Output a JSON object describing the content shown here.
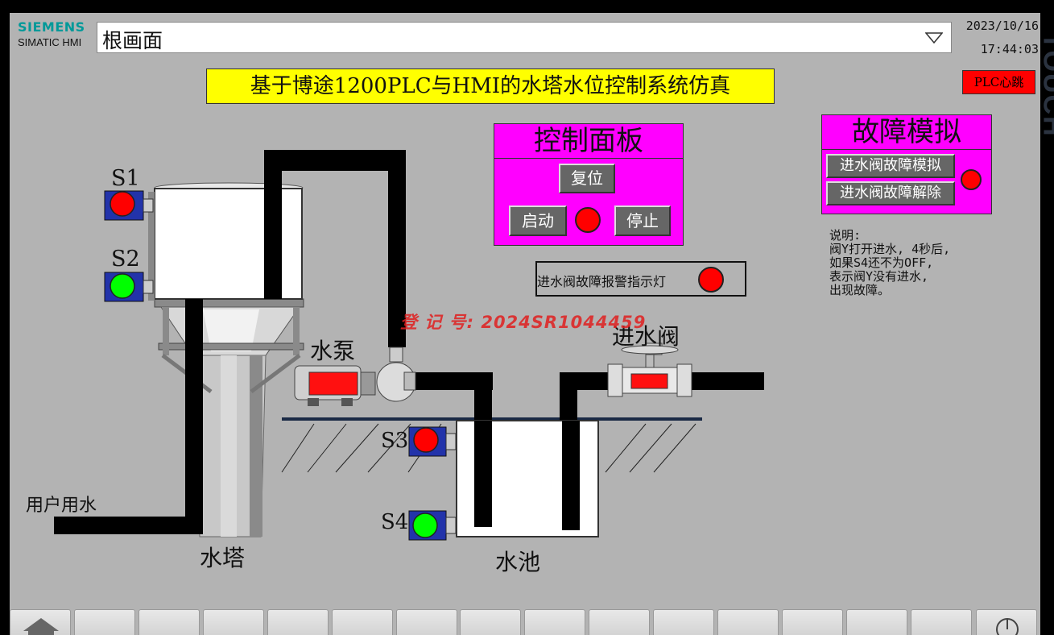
{
  "header": {
    "brand_name": "SIEMENS",
    "brand_sub": "SIMATIC HMI",
    "screen_name": "根画面",
    "date": "2023/10/16",
    "time": "17:44:03",
    "side_text": "TOUCH"
  },
  "title": "基于博途1200PLC与HMI的水塔水位控制系统仿真",
  "heartbeat_label": "PLC心跳",
  "control_panel": {
    "title": "控制面板",
    "reset_label": "复位",
    "start_label": "启动",
    "stop_label": "停止",
    "run_lamp_color": "#ff0000"
  },
  "fault_panel": {
    "title": "故障模拟",
    "simulate_label": "进水阀故障模拟",
    "clear_label": "进水阀故障解除",
    "lamp_color": "#ff0000"
  },
  "alarm": {
    "label": "进水阀故障报警指示灯",
    "lamp_color": "#ff0000"
  },
  "note": "说明:\n阀Y打开进水, 4秒后,\n如果S4还不为OFF,\n表示阀Y没有进水,\n出现故障。",
  "sensors": {
    "s1": {
      "label": "S1",
      "color": "#ff0000"
    },
    "s2": {
      "label": "S2",
      "color": "#00ff00"
    },
    "s3": {
      "label": "S3",
      "color": "#ff0000"
    },
    "s4": {
      "label": "S4",
      "color": "#00ff00"
    }
  },
  "labels": {
    "pump": "水泵",
    "inlet_valve": "进水阀",
    "user_water": "用户用水",
    "tower": "水塔",
    "pool": "水池"
  },
  "watermark": "登 记 号: 2024SR1044459",
  "colors": {
    "background": "#b3b3b3",
    "title_bg": "#ffff00",
    "panel_bg": "#ff00ff",
    "pipe": "#000000"
  }
}
